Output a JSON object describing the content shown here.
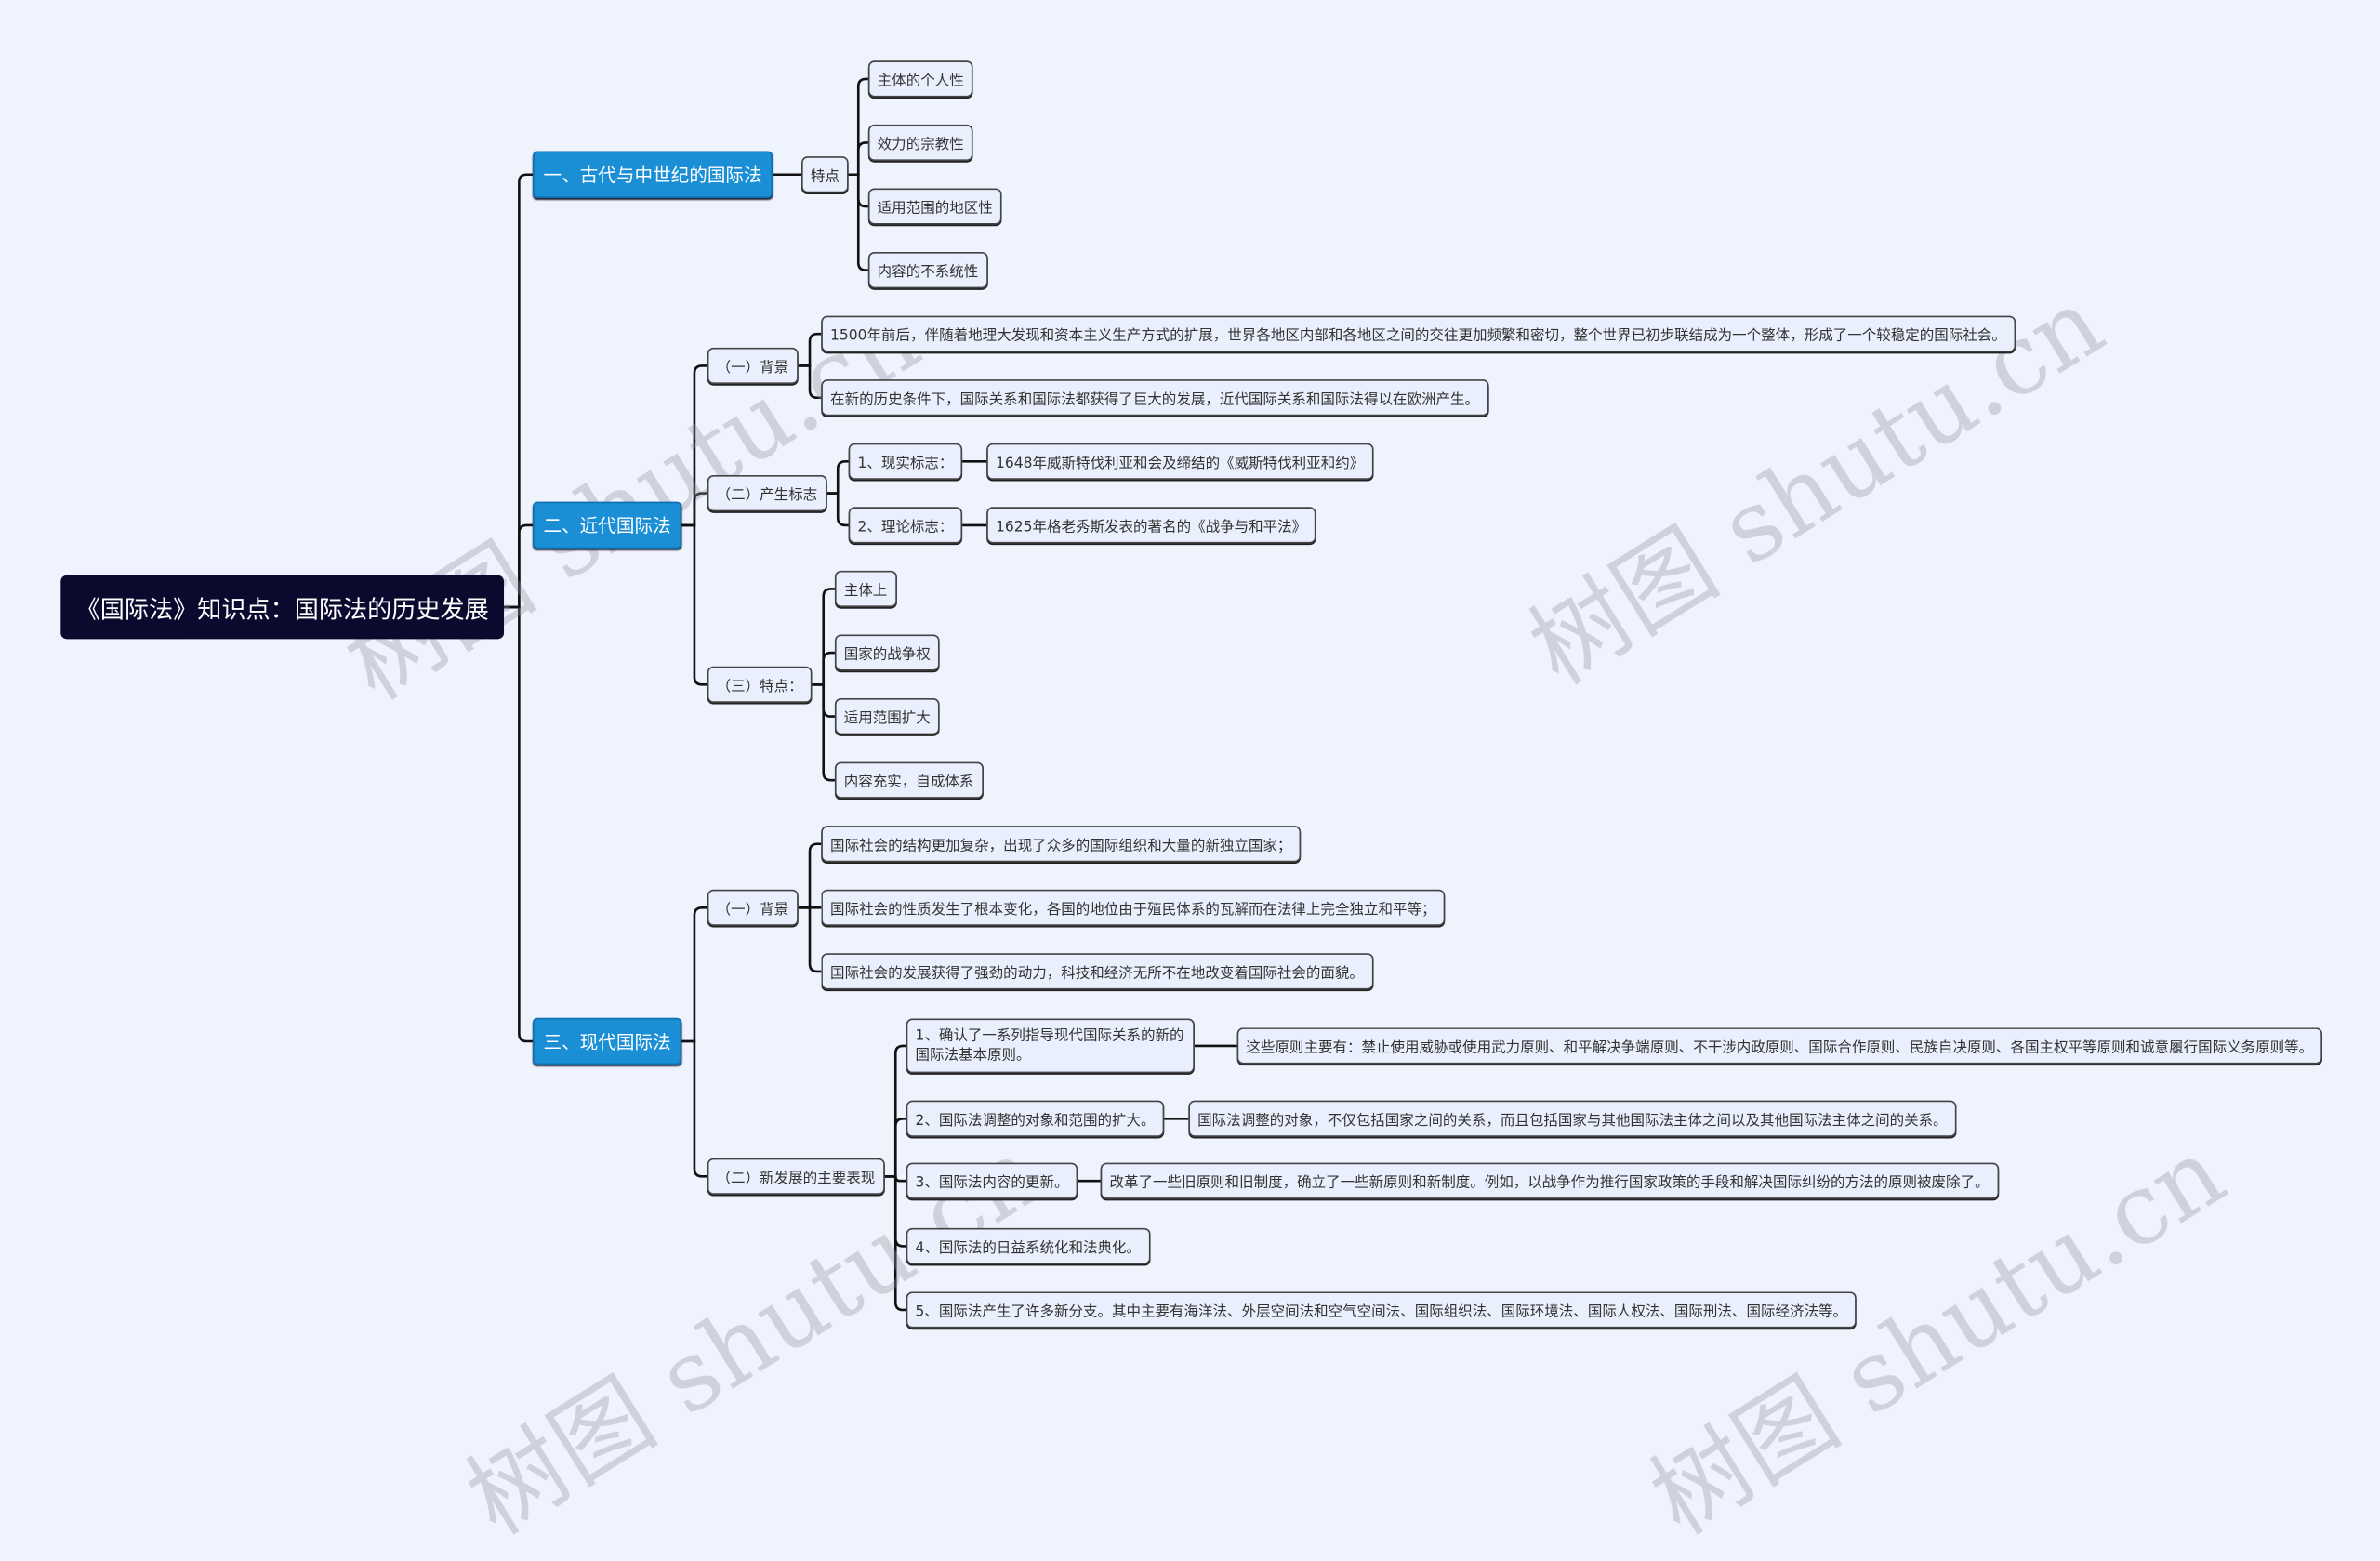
{
  "root": "《国际法》知识点：国际法的历史发展",
  "watermark": "树图 shutu.cn",
  "colors": {
    "root_bg": "#0b0a2e",
    "branch_bg": "#1a8fd6",
    "leaf_bg": "#e9effd",
    "line": "#111111",
    "background": "#eef3fe"
  },
  "ancient": {
    "title": "一、古代与中世纪的国际法",
    "features": {
      "label": "特点",
      "items": [
        "主体的个人性",
        "效力的宗教性",
        "适用范围的地区性",
        "内容的不系统性"
      ]
    }
  },
  "modern_early": {
    "title": "二、近代国际法",
    "background": {
      "label": "（一）背景",
      "items": [
        "1500年前后，伴随着地理大发现和资本主义生产方式的扩展，世界各地区内部和各地区之间的交往更加频繁和密切，整个世界已初步联结成为一个整体，形成了一个较稳定的国际社会。",
        "在新的历史条件下，国际关系和国际法都获得了巨大的发展，近代国际关系和国际法得以在欧洲产生。"
      ]
    },
    "signs": {
      "label": "（二）产生标志",
      "items": [
        {
          "label": "1、现实标志：",
          "detail": "1648年威斯特伐利亚和会及缔结的《威斯特伐利亚和约》"
        },
        {
          "label": "2、理论标志：",
          "detail": "1625年格老秀斯发表的著名的《战争与和平法》"
        }
      ]
    },
    "features": {
      "label": "（三）特点：",
      "items": [
        "主体上",
        "国家的战争权",
        "适用范围扩大",
        "内容充实，自成体系"
      ]
    }
  },
  "contemporary": {
    "title": "三、现代国际法",
    "background": {
      "label": "（一）背景",
      "items": [
        "国际社会的结构更加复杂，出现了众多的国际组织和大量的新独立国家；",
        "国际社会的性质发生了根本变化，各国的地位由于殖民体系的瓦解而在法律上完全独立和平等；",
        "国际社会的发展获得了强劲的动力，科技和经济无所不在地改变着国际社会的面貌。"
      ]
    },
    "developments": {
      "label": "（二）新发展的主要表现",
      "items": [
        {
          "label": "1、确认了一系列指导现代国际关系的新的国际法基本原则。",
          "detail": "这些原则主要有：禁止使用威胁或使用武力原则、和平解决争端原则、不干涉内政原则、国际合作原则、民族自决原则、各国主权平等原则和诚意履行国际义务原则等。"
        },
        {
          "label": "2、国际法调整的对象和范围的扩大。",
          "detail": "国际法调整的对象，不仅包括国家之间的关系，而且包括国家与其他国际法主体之间以及其他国际法主体之间的关系。"
        },
        {
          "label": "3、国际法内容的更新。",
          "detail": "改革了一些旧原则和旧制度，确立了一些新原则和新制度。例如，以战争作为推行国家政策的手段和解决国际纠纷的方法的原则被废除了。"
        },
        {
          "label": "4、国际法的日益系统化和法典化。"
        },
        {
          "label": "5、国际法产生了许多新分支。其中主要有海洋法、外层空间法和空气空间法、国际组织法、国际环境法、国际人权法、国际刑法、国际经济法等。"
        }
      ]
    }
  }
}
